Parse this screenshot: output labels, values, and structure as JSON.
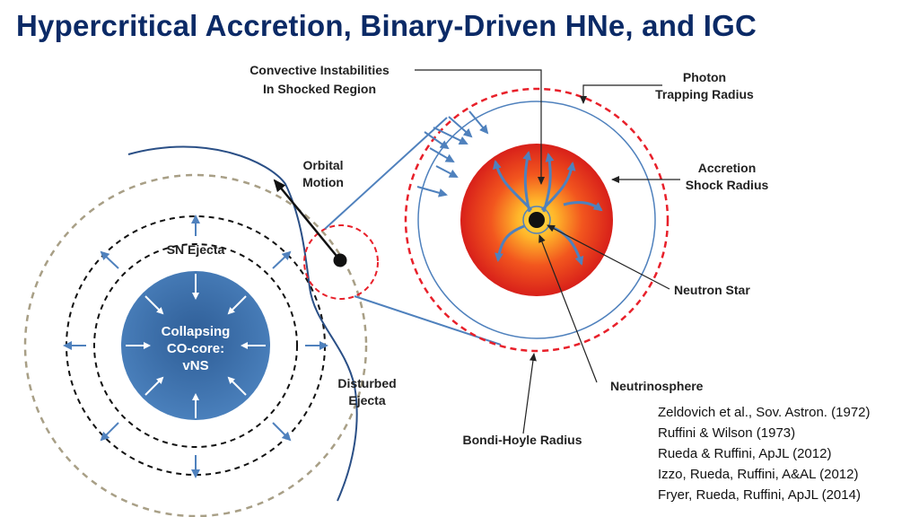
{
  "title": "Hypercritical Accretion, Binary-Driven HNe, and IGC",
  "labels": {
    "convective_line1": "Convective Instabilities",
    "convective_line2": "In Shocked Region",
    "photon_line1": "Photon",
    "photon_line2": "Trapping Radius",
    "orbital_line1": "Orbital",
    "orbital_line2": "Motion",
    "accretion_line1": "Accretion",
    "accretion_line2": "Shock Radius",
    "sn_ejecta": "SN Ejecta",
    "core_line1": "Collapsing",
    "core_line2": "CO-core:",
    "core_line3": "vNS",
    "neutron_star": "Neutron Star",
    "disturbed_line1": "Disturbed",
    "disturbed_line2": "Ejecta",
    "neutrinosphere": "Neutrinosphere",
    "bondi_hoyle": "Bondi-Hoyle Radius"
  },
  "references": [
    "Zeldovich et al., Sov. Astron. (1972)",
    "Ruffini & Wilson (1973)",
    "Rueda & Ruffini, ApJL (2012)",
    "Izzo, Rueda, Ruffini, A&AL (2012)",
    "Fryer, Rueda, Ruffini, ApJL (2014)"
  ],
  "colors": {
    "title": "#0b2a66",
    "core_blue": "#3a70a8",
    "arrow_blue": "#4f81bd",
    "bondi_red": "#e8202a",
    "dashed_tan": "#a89f86",
    "star_center": "#ffd23a",
    "star_edge": "#e02a1a"
  }
}
